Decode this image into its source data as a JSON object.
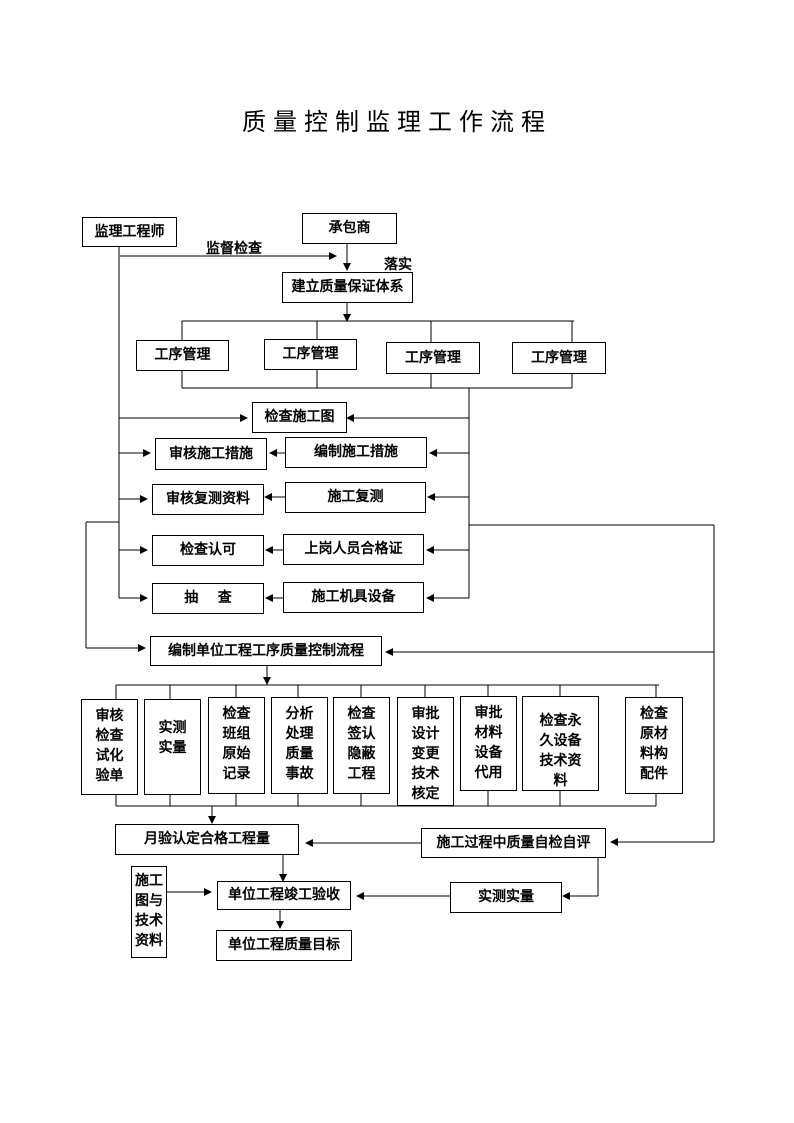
{
  "title": "质量控制监理工作流程",
  "nodes": {
    "supervisor": "监理工程师",
    "contractor": "承包商",
    "qa_system": "建立质量保证体系",
    "process_mgmt": [
      "工序管理",
      "工序管理",
      "工序管理",
      "工序管理"
    ],
    "check_drawings": "检查施工图",
    "review_measures": "审核施工措施",
    "prepare_measures": "编制施工措施",
    "review_survey": "审核复测资料",
    "construction_survey": "施工复测",
    "inspect_approve": "检查认可",
    "staff_certificates": "上岗人员合格证",
    "spot_check": "抽    查",
    "equipment": "施工机具设备",
    "unit_flow": "编制单位工程工序质量控制流程",
    "checks": [
      "审核检查试化验单",
      "实测实量",
      "检查班组原始记录",
      "分析处理质量事故",
      "检查签认隐蔽工程",
      "审批设计变更技术核定",
      "审批材料设备代用",
      "检查永久设备技术资料",
      "检查原材料构配件"
    ],
    "monthly_qty": "月验认定合格工程量",
    "self_check": "施工过程中质量自检自评",
    "drawings_docs": "施工图与技术资料",
    "completion": "单位工程竣工验收",
    "field_measure": "实测实量",
    "quality_target": "单位工程质量目标"
  },
  "edge_labels": {
    "supervise": "监督检查",
    "implement": "落实"
  }
}
